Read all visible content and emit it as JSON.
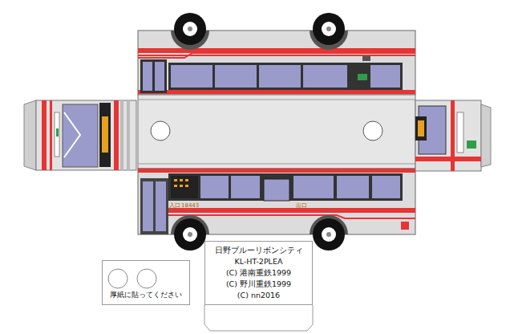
{
  "diagram": {
    "nodes": [
      {
        "text": [
          "日野ブルーリボンシティ",
          "KL-HT-2PLEA",
          "(C) 港南重鉄1999",
          "(C) 野川重鉄1999",
          "(C) nn2016"
        ]
      },
      {
        "text": [
          "厚紙に貼ってください"
        ]
      }
    ],
    "labels": [
      "入口",
      "18443",
      "出口"
    ]
  }
}
